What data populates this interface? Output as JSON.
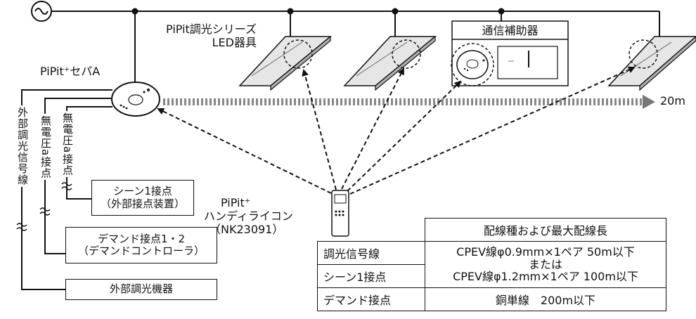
{
  "fixture_series_label_line1": "PiPit調光シリーズ",
  "fixture_series_label_line2": "LED器具",
  "sensor_label": "PiPit⁺セパA",
  "relay_label": "通信補助器",
  "range_label": "20m",
  "remote_label_line1": "PiPit⁺",
  "remote_label_line2": "ハンディライコン",
  "remote_label_line3": "（NK23091）",
  "vertical_labels": [
    "外部調光信号線",
    "無電圧a接点",
    "無電圧a接点"
  ],
  "scene_box": [
    "シーン1接点",
    "（外部接点装置）"
  ],
  "demand_box": [
    "デマンド接点1・2",
    "（デマンドコントローラ）"
  ],
  "dimmer_box": "外部調光機器",
  "table": {
    "header": "配線種および最大配線長",
    "rows": [
      {
        "category": "調光信号線"
      },
      {
        "category": "シーン1接点"
      },
      {
        "category": "デマンド接点",
        "spec": "銅単線　200m以下"
      }
    ],
    "spec_line1": "CPEV線φ0.9mm×1ペア 50m以下",
    "spec_line2": "または",
    "spec_line3": "CPEV線φ1.2mm×1ペア 100m以下"
  }
}
